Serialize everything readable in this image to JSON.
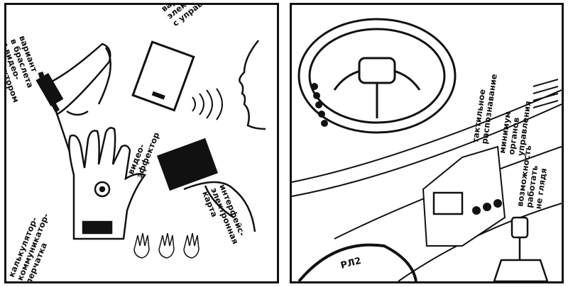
{
  "left_panel": {
    "labels": {
      "bracelet": [
        "вариант",
        "в браслета",
        "с видео-",
        "эффектором"
      ],
      "card": [
        "вариант",
        "электронной карты",
        "с управлением голосом"
      ],
      "glove": [
        "видео-",
        "эффектор"
      ],
      "calculator": [
        "калькулятор-",
        "коммуникатор-",
        "перчатка"
      ],
      "interface_card": [
        "интерфейс-",
        "электронная",
        "карта"
      ]
    }
  },
  "right_panel": {
    "labels": [
      "тактильное",
      "распознавание",
      "минимум",
      "органов",
      "управления",
      "возможность",
      "работать",
      "не глядя"
    ],
    "badge": "РЛ2"
  }
}
